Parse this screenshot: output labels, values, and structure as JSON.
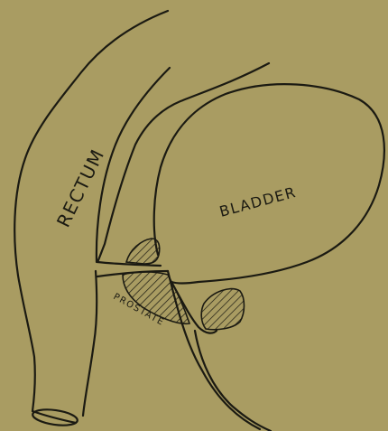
{
  "labels": {
    "rectum": "RECTUM",
    "bladder": "BLADDER",
    "prostate": "PROSTATE"
  },
  "colors": {
    "paper": "#a99c62",
    "ink": "#1b1a12"
  }
}
